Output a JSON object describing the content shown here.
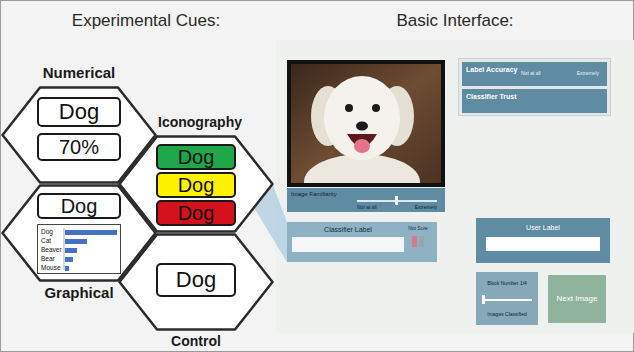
{
  "diagram": {
    "nodes": [
      {
        "text": [
          "Numerical"
        ]
      },
      {
        "text": [
          "Dog"
        ],
        "in": 0
      },
      {
        "text": [
          "70%"
        ],
        "in": 0
      },
      {
        "text": [
          "Iconography"
        ]
      },
      {
        "text": [
          "Dog"
        ],
        "in": 3
      },
      {
        "text": [
          "Dog"
        ],
        "in": 3
      },
      {
        "text": [
          "Dog"
        ],
        "in": 3
      },
      {
        "text": [
          "Graphical"
        ]
      },
      {
        "text": [
          "Dog"
        ],
        "in": 7
      },
      {
        "text": [
          "Dog",
          "Cat",
          "Beaver",
          "Bear",
          "Mouse"
        ],
        "in": 7
      },
      {
        "text": [
          "Control"
        ]
      },
      {
        "text": [
          "Dog"
        ],
        "in": 10
      },
      {
        "text": [
          "Label Accuracy",
          "Not at all",
          "Extremely",
          "Classifier Trust"
        ]
      },
      {
        "text": [
          "Image Familiarity",
          "Not at all",
          "Extremely"
        ]
      },
      {
        "text": [
          "Classifier Label",
          "Not Sure"
        ]
      },
      {
        "text": [
          "User Label"
        ]
      },
      {
        "text": [
          "Block Number 1/4",
          "Images Classified"
        ]
      },
      {
        "text": [
          "Next Image"
        ]
      }
    ],
    "edges": [
      {
        "from": 3,
        "to": 14,
        "arrow": "none"
      }
    ],
    "labels": [
      "Experimental Cues:",
      "Basic Interface:"
    ]
  }
}
